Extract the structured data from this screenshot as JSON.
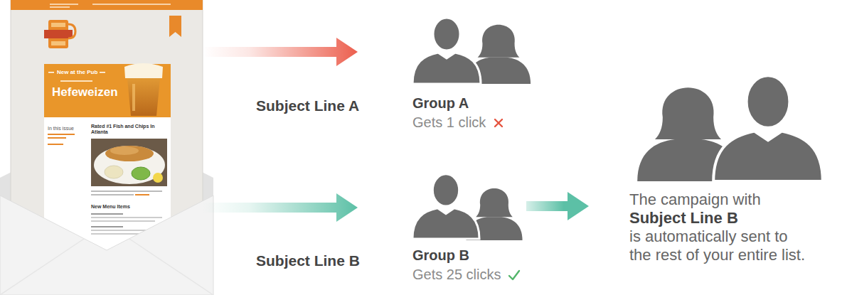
{
  "diagram": {
    "nodes": [
      {
        "text": [
          "New at the Pub",
          "Hefeweizen",
          "In this issue",
          "Rated #1 Fish and Chips In Atlanta",
          "New Menu Items"
        ]
      },
      {
        "text": [
          "Group A",
          "Gets 1 click"
        ]
      },
      {
        "text": [
          "Group B",
          "Gets 25 clicks"
        ]
      },
      {
        "text": [
          "The campaign with",
          "Subject Line B",
          "is automatically sent to the rest of your entire list."
        ]
      }
    ],
    "edges": [
      {
        "from": 0,
        "to": 1,
        "arrow": "to",
        "label": "Subject Line A"
      },
      {
        "from": 0,
        "to": 2,
        "arrow": "to",
        "label": "Subject Line B"
      },
      {
        "from": 2,
        "to": 3,
        "arrow": "to"
      }
    ]
  }
}
